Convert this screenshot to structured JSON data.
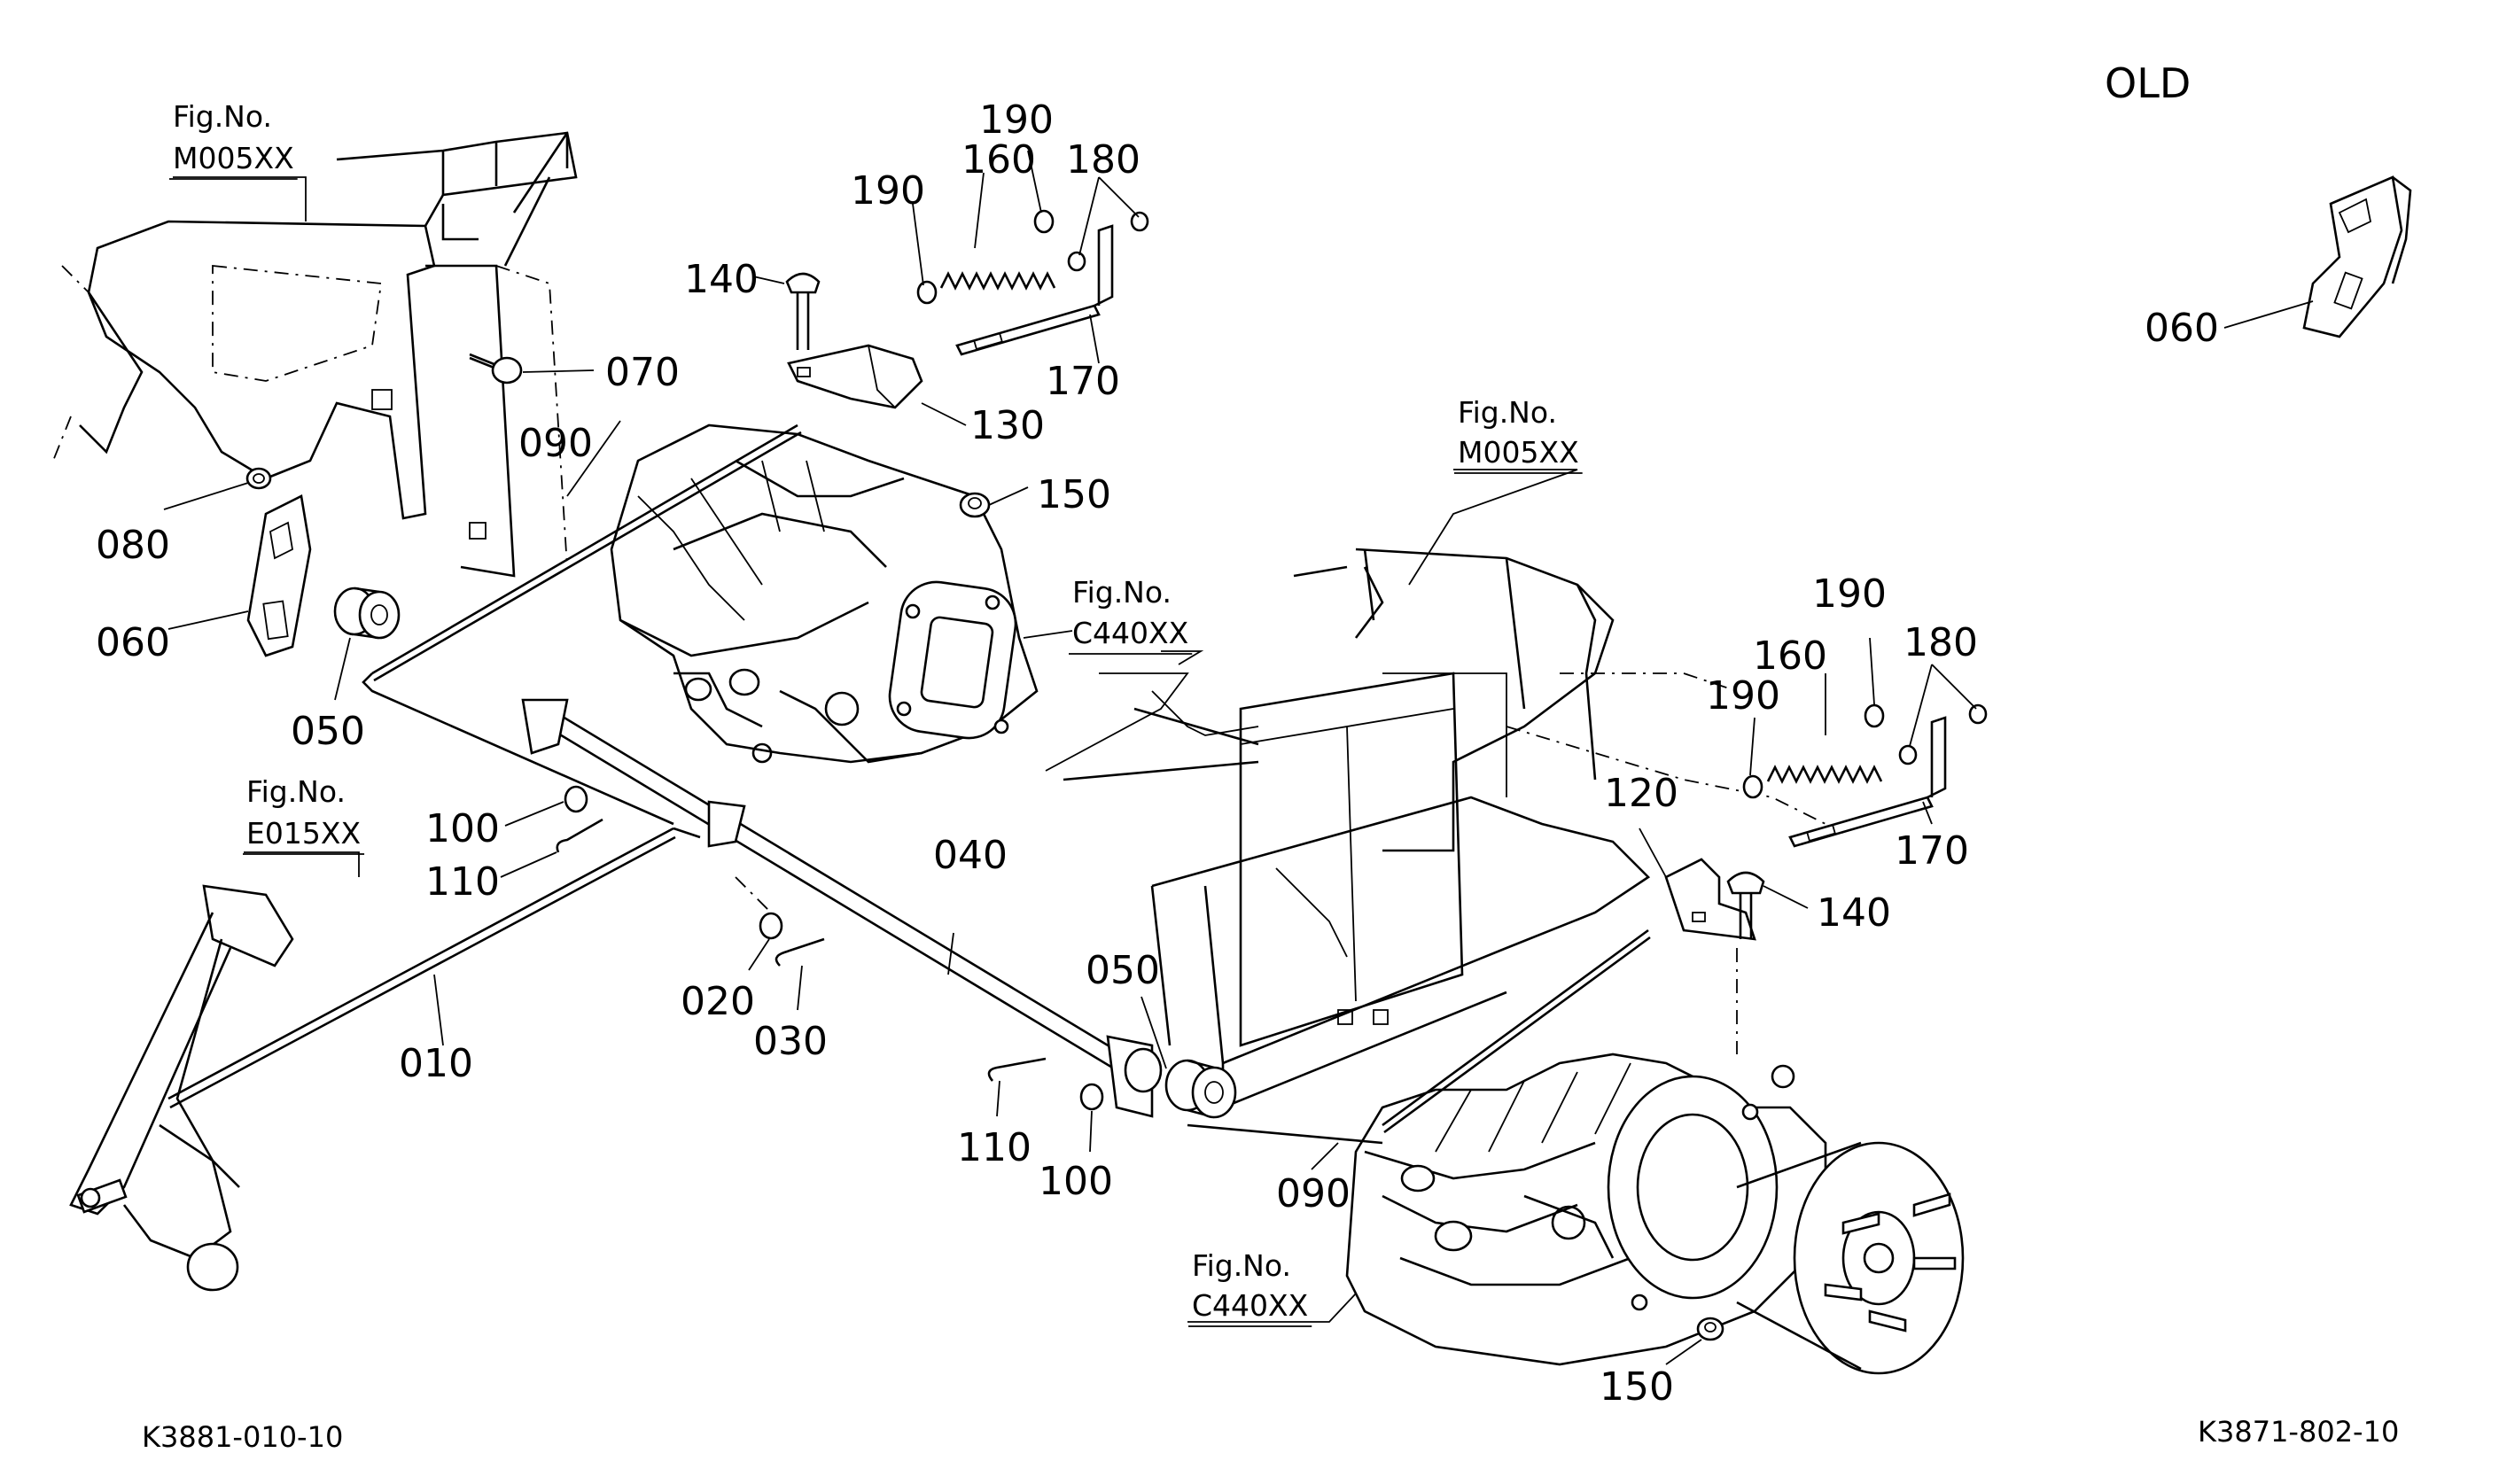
{
  "header": {
    "old_label": "OLD"
  },
  "figure_refs": [
    {
      "line1": "Fig.No.",
      "line2": "M005XX"
    },
    {
      "line1": "Fig.No.",
      "line2": "E015XX"
    },
    {
      "line1": "Fig.No.",
      "line2": "C440XX"
    },
    {
      "line1": "Fig.No.",
      "line2": "M005XX"
    },
    {
      "line1": "Fig.No.",
      "line2": "C440XX"
    }
  ],
  "callouts": [
    "190",
    "160",
    "190",
    "180",
    "140",
    "070",
    "130",
    "170",
    "090",
    "150",
    "080",
    "060",
    "050",
    "100",
    "110",
    "040",
    "020",
    "030",
    "010",
    "050",
    "110",
    "100",
    "090",
    "190",
    "160",
    "190",
    "180",
    "120",
    "140",
    "170",
    "150",
    "060"
  ],
  "footer": {
    "left_code": "K3881-010-10",
    "right_code": "K3871-802-10"
  }
}
